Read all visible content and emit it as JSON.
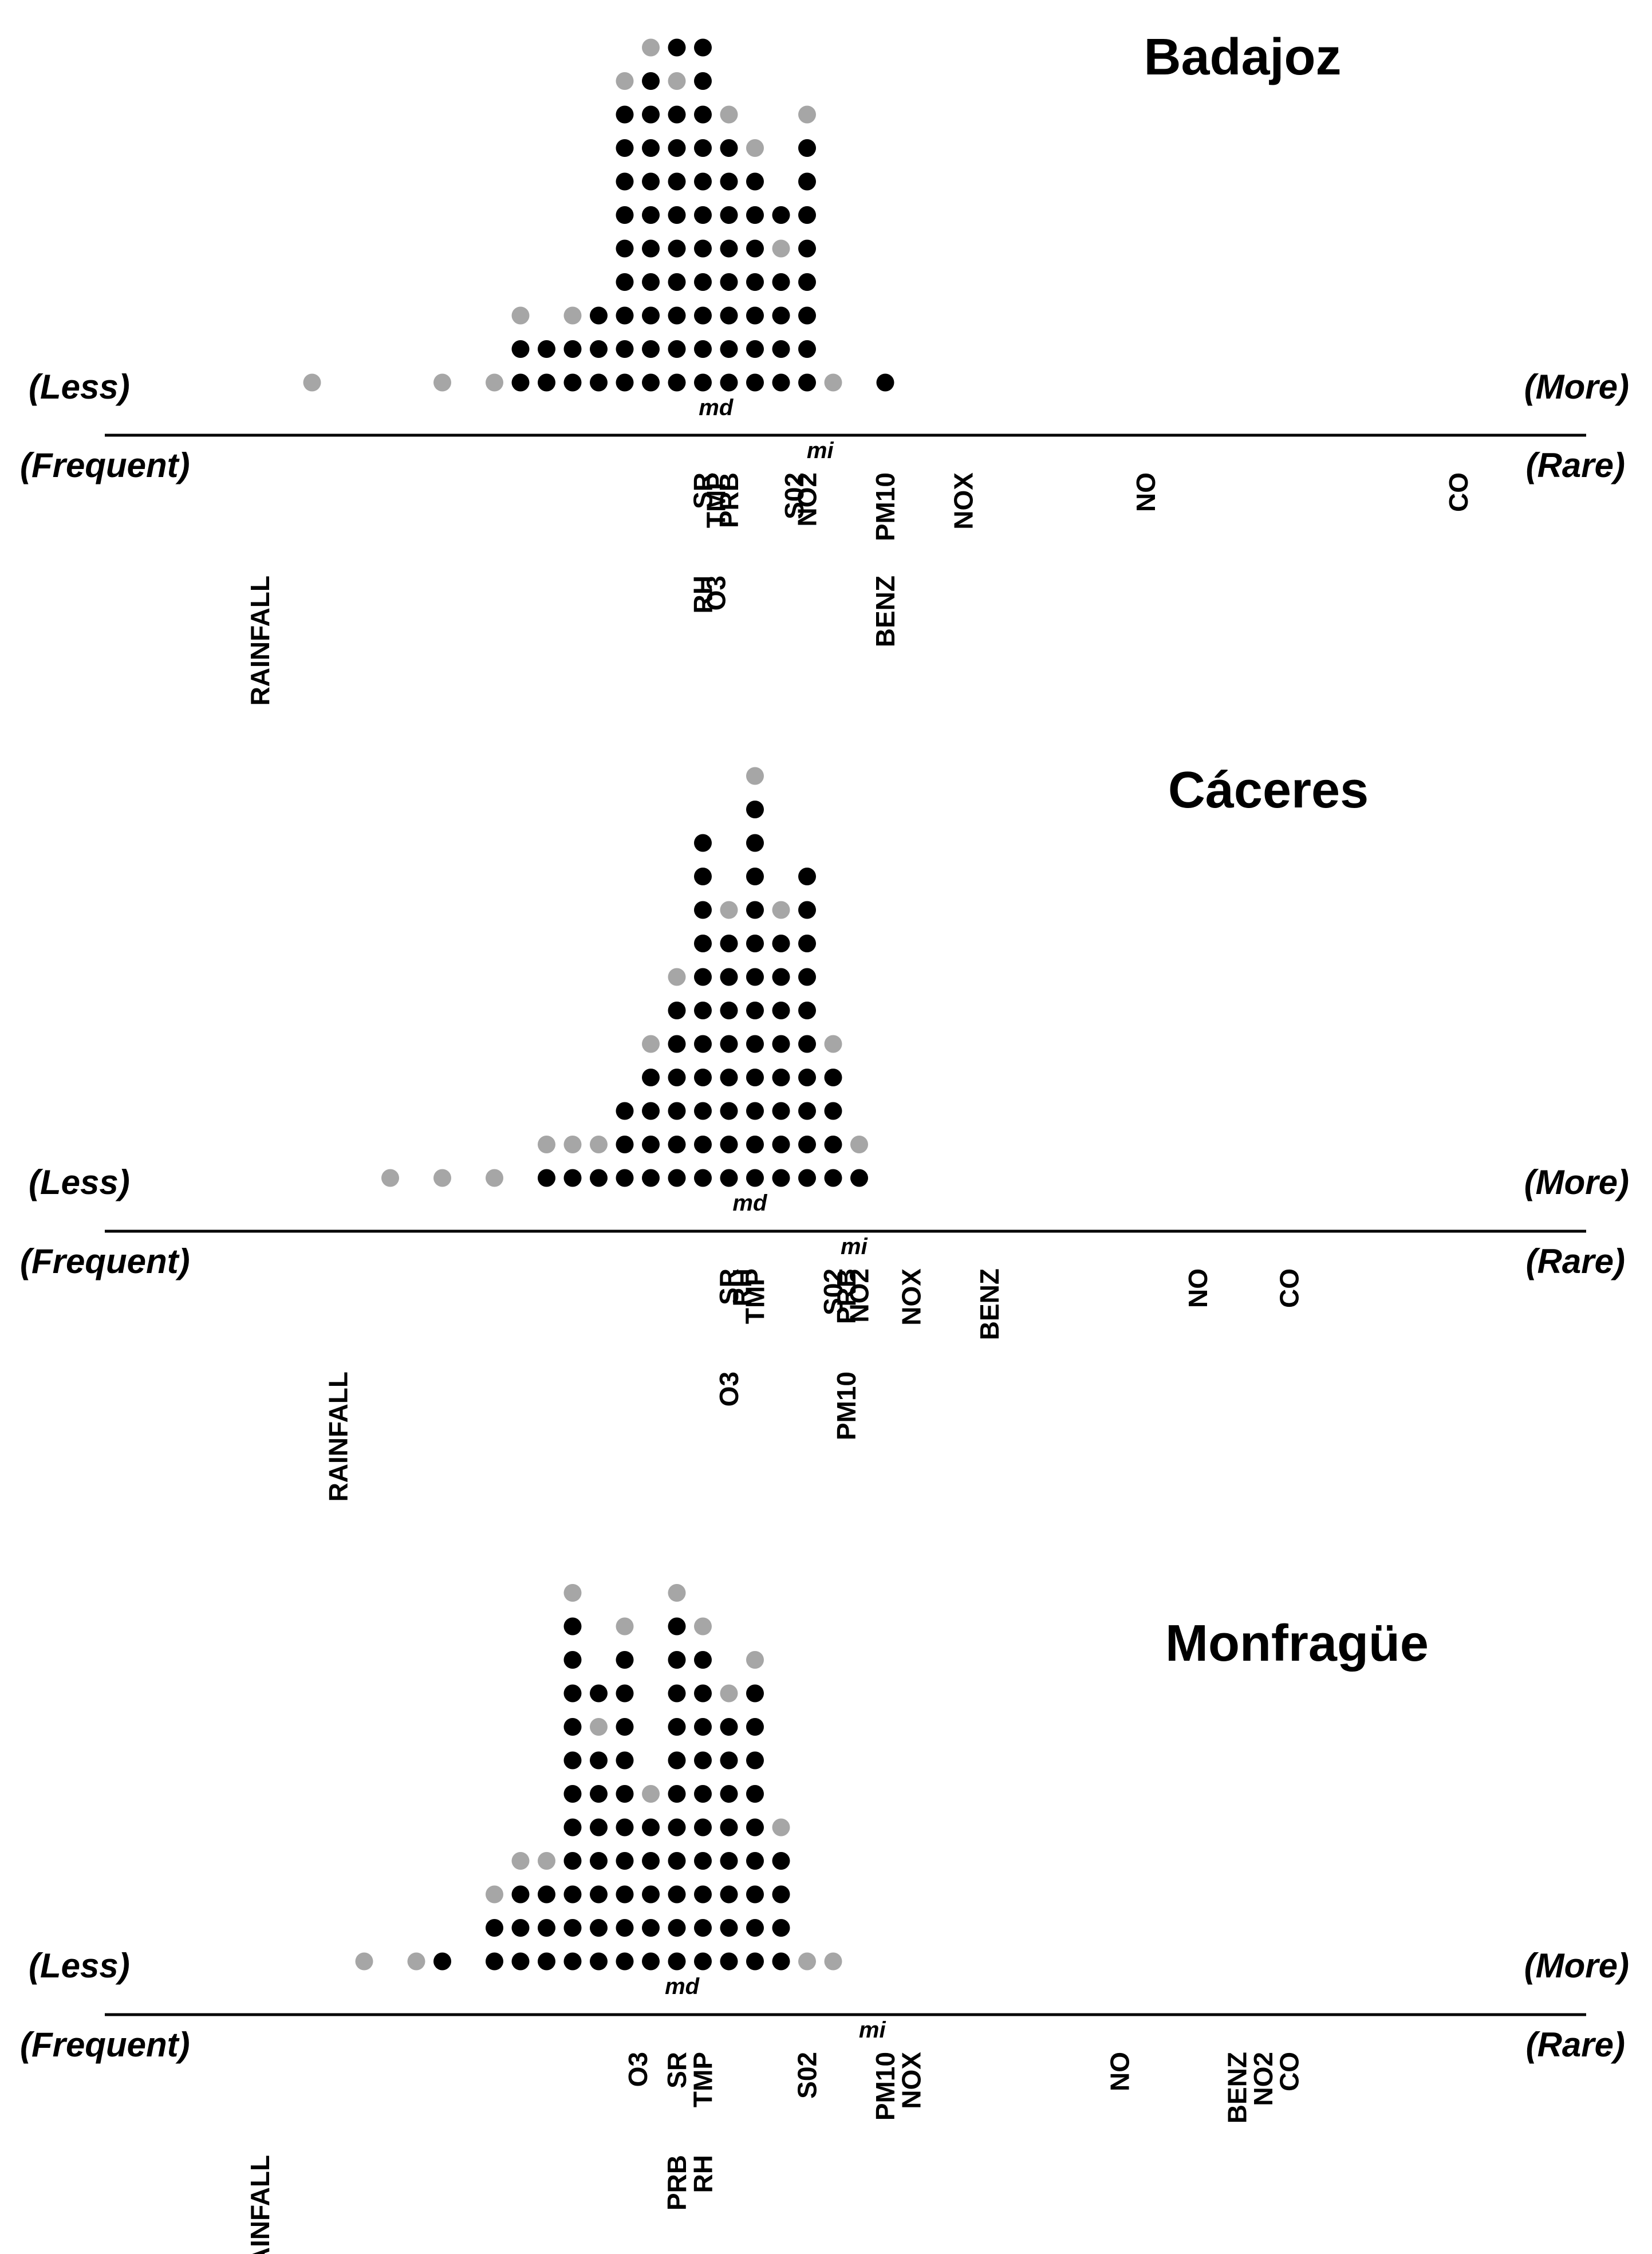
{
  "colors": {
    "black_dot": "#000000",
    "gray_dot": "#a6a6a6",
    "axis": "#000000"
  },
  "labels": {
    "less": "(Less)",
    "more": "(More)",
    "frequent": "(Frequent)",
    "rare": "(Rare)",
    "median": "md",
    "midpoint": "mi"
  },
  "chart_data": [
    {
      "type": "scatter",
      "title": "Badajoz",
      "dot_columns": [
        {
          "x": 0,
          "colors": "g"
        },
        {
          "x": 5,
          "colors": "g"
        },
        {
          "x": 7,
          "colors": "g"
        },
        {
          "x": 8,
          "colors": "bbg"
        },
        {
          "x": 9,
          "colors": "bb"
        },
        {
          "x": 10,
          "colors": "bbg"
        },
        {
          "x": 11,
          "colors": "bbb"
        },
        {
          "x": 12,
          "colors": "bbbbbbbbbg"
        },
        {
          "x": 13,
          "colors": "bbbbbbbbbbg"
        },
        {
          "x": 14,
          "colors": "bbbbbbbbbgb"
        },
        {
          "x": 15,
          "colors": "bbbbbbbbbbb"
        },
        {
          "x": 16,
          "colors": "bbbbbbbbg"
        },
        {
          "x": 17,
          "colors": "bbbbbbbg"
        },
        {
          "x": 18,
          "colors": "bbbbgb"
        },
        {
          "x": 19,
          "colors": "bbbbbbbbg"
        },
        {
          "x": 20,
          "colors": "g"
        },
        {
          "x": 22,
          "colors": "b"
        }
      ],
      "median_x": 15.5,
      "mi_x": 19.5,
      "variables": [
        {
          "name": "RAINFALL",
          "x": -2,
          "row": "low"
        },
        {
          "name": "SR",
          "x": 15,
          "row": "high"
        },
        {
          "name": "RH",
          "x": 15,
          "row": "low"
        },
        {
          "name": "TMP",
          "x": 15.5,
          "row": "high"
        },
        {
          "name": "O3",
          "x": 15.5,
          "row": "low"
        },
        {
          "name": "PRB",
          "x": 16,
          "row": "high"
        },
        {
          "name": "S02",
          "x": 18.5,
          "row": "high"
        },
        {
          "name": "NO2",
          "x": 19,
          "row": "high"
        },
        {
          "name": "PM10",
          "x": 22,
          "row": "high"
        },
        {
          "name": "BENZ",
          "x": 22,
          "row": "low"
        },
        {
          "name": "NOX",
          "x": 25,
          "row": "high"
        },
        {
          "name": "NO",
          "x": 32,
          "row": "high"
        },
        {
          "name": "CO",
          "x": 44,
          "row": "high"
        }
      ]
    },
    {
      "type": "scatter",
      "title": "Cáceres",
      "dot_columns": [
        {
          "x": 3,
          "colors": "g"
        },
        {
          "x": 5,
          "colors": "g"
        },
        {
          "x": 7,
          "colors": "g"
        },
        {
          "x": 9,
          "colors": "bg"
        },
        {
          "x": 10,
          "colors": "bg"
        },
        {
          "x": 11,
          "colors": "bg"
        },
        {
          "x": 12,
          "colors": "bbb"
        },
        {
          "x": 13,
          "colors": "bbbbg"
        },
        {
          "x": 14,
          "colors": "bbbbbbg"
        },
        {
          "x": 15,
          "colors": "bbbbbbbbbbb"
        },
        {
          "x": 16,
          "colors": "bbbbbbbbg"
        },
        {
          "x": 17,
          "colors": "bbbbbbbbbbbbg"
        },
        {
          "x": 18,
          "colors": "bbbbbbbbg"
        },
        {
          "x": 19,
          "colors": "bbbbbbbbbb"
        },
        {
          "x": 20,
          "colors": "bbbbg"
        },
        {
          "x": 21,
          "colors": "bg"
        }
      ],
      "median_x": 16.8,
      "mi_x": 20.8,
      "variables": [
        {
          "name": "RAINFALL",
          "x": 1,
          "row": "low"
        },
        {
          "name": "SR",
          "x": 16,
          "row": "high"
        },
        {
          "name": "O3",
          "x": 16,
          "row": "low"
        },
        {
          "name": "RH",
          "x": 16.5,
          "row": "high"
        },
        {
          "name": "TMP",
          "x": 17,
          "row": "high"
        },
        {
          "name": "S02",
          "x": 20,
          "row": "high"
        },
        {
          "name": "PRB",
          "x": 20.5,
          "row": "high"
        },
        {
          "name": "PM10",
          "x": 20.5,
          "row": "low"
        },
        {
          "name": "NO2",
          "x": 21,
          "row": "high"
        },
        {
          "name": "NOX",
          "x": 23,
          "row": "high"
        },
        {
          "name": "BENZ",
          "x": 26,
          "row": "high"
        },
        {
          "name": "NO",
          "x": 34,
          "row": "high"
        },
        {
          "name": "CO",
          "x": 37.5,
          "row": "high"
        }
      ]
    },
    {
      "type": "scatter",
      "title": "Monfragüe",
      "dot_columns": [
        {
          "x": 2,
          "colors": "g"
        },
        {
          "x": 4,
          "colors": "g"
        },
        {
          "x": 5,
          "colors": "b"
        },
        {
          "x": 7,
          "colors": "bbg"
        },
        {
          "x": 8,
          "colors": "bbbg"
        },
        {
          "x": 9,
          "colors": "bbbg"
        },
        {
          "x": 10,
          "colors": "bbbbbbbbbbbg"
        },
        {
          "x": 11,
          "colors": "bbbbbbbgb"
        },
        {
          "x": 12,
          "colors": "bbbbbbbbbbg"
        },
        {
          "x": 13,
          "colors": "bbbbbg"
        },
        {
          "x": 14,
          "colors": "bbbbbbbbbbbg"
        },
        {
          "x": 15,
          "colors": "bbbbbbbbbbg"
        },
        {
          "x": 16,
          "colors": "bbbbbbbbg"
        },
        {
          "x": 17,
          "colors": "bbbbbbbbbg"
        },
        {
          "x": 18,
          "colors": "bbbbg"
        },
        {
          "x": 19,
          "colors": "g"
        },
        {
          "x": 20,
          "colors": "g"
        }
      ],
      "median_x": 14.2,
      "mi_x": 21.5,
      "variables": [
        {
          "name": "RAINFALL",
          "x": -2,
          "row": "low"
        },
        {
          "name": "O3",
          "x": 12.5,
          "row": "high"
        },
        {
          "name": "SR",
          "x": 14,
          "row": "high"
        },
        {
          "name": "PRB",
          "x": 14,
          "row": "low"
        },
        {
          "name": "TMP",
          "x": 15,
          "row": "high"
        },
        {
          "name": "RH",
          "x": 15,
          "row": "low"
        },
        {
          "name": "S02",
          "x": 19,
          "row": "high"
        },
        {
          "name": "PM10",
          "x": 22,
          "row": "high"
        },
        {
          "name": "NOX",
          "x": 23,
          "row": "high"
        },
        {
          "name": "NO",
          "x": 31,
          "row": "high"
        },
        {
          "name": "BENZ",
          "x": 35.5,
          "row": "high"
        },
        {
          "name": "NO2",
          "x": 36.5,
          "row": "high"
        },
        {
          "name": "CO",
          "x": 37.5,
          "row": "high"
        }
      ]
    }
  ]
}
